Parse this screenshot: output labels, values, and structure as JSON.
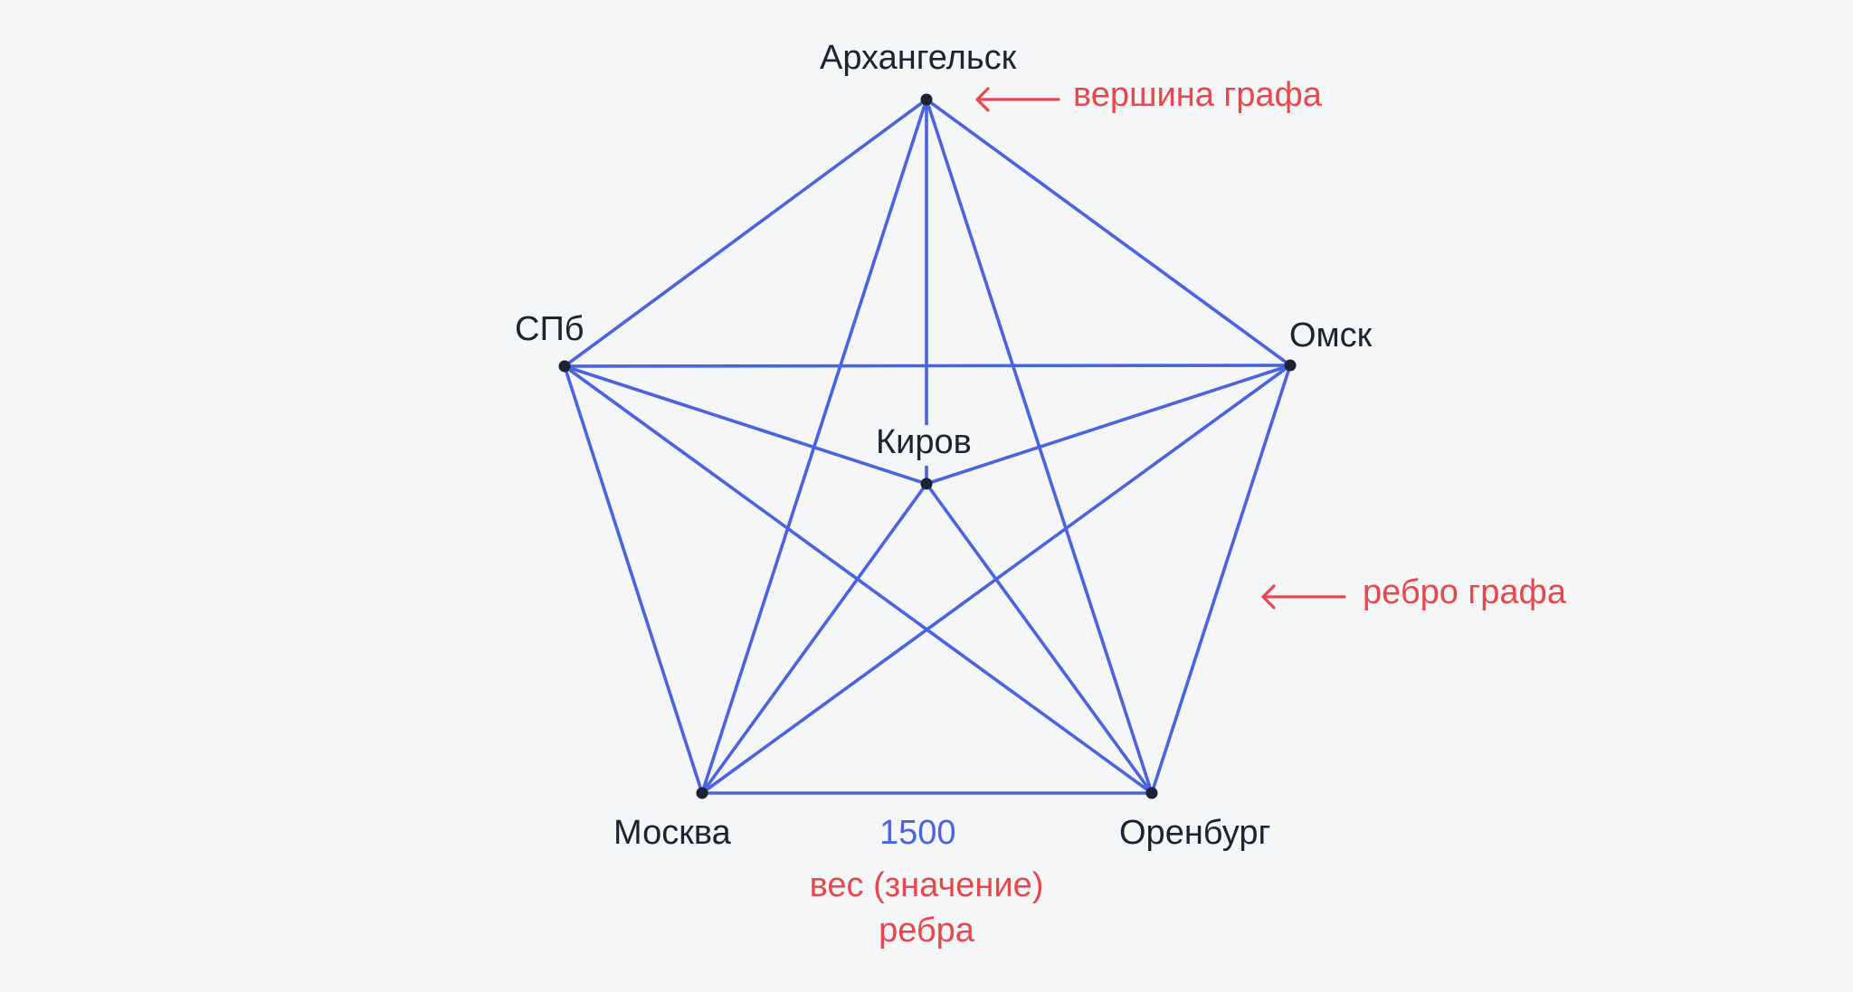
{
  "colors": {
    "background": "#f4f6f8",
    "edge": "#4a64e0",
    "vertex": "#1c2333",
    "annotation": "#e8484d",
    "weight": "#4a64e0"
  },
  "vertices": [
    {
      "id": "arkhangelsk",
      "label": "Архангельск"
    },
    {
      "id": "spb",
      "label": "СПб"
    },
    {
      "id": "omsk",
      "label": "Омск"
    },
    {
      "id": "kirov",
      "label": "Киров"
    },
    {
      "id": "moscow",
      "label": "Москва"
    },
    {
      "id": "orenburg",
      "label": "Оренбург"
    }
  ],
  "edges": [
    [
      "arkhangelsk",
      "spb"
    ],
    [
      "arkhangelsk",
      "omsk"
    ],
    [
      "arkhangelsk",
      "kirov"
    ],
    [
      "arkhangelsk",
      "moscow"
    ],
    [
      "arkhangelsk",
      "orenburg"
    ],
    [
      "spb",
      "omsk"
    ],
    [
      "spb",
      "kirov"
    ],
    [
      "spb",
      "moscow"
    ],
    [
      "spb",
      "orenburg"
    ],
    [
      "omsk",
      "kirov"
    ],
    [
      "omsk",
      "moscow"
    ],
    [
      "omsk",
      "orenburg"
    ],
    [
      "kirov",
      "moscow"
    ],
    [
      "kirov",
      "orenburg"
    ],
    [
      "moscow",
      "orenburg"
    ]
  ],
  "edge_weight": "1500",
  "annotations": {
    "vertex_note": "вершина графа",
    "edge_note": "ребро графа",
    "weight_note_line1": "вес (значение)",
    "weight_note_line2": "ребра"
  }
}
